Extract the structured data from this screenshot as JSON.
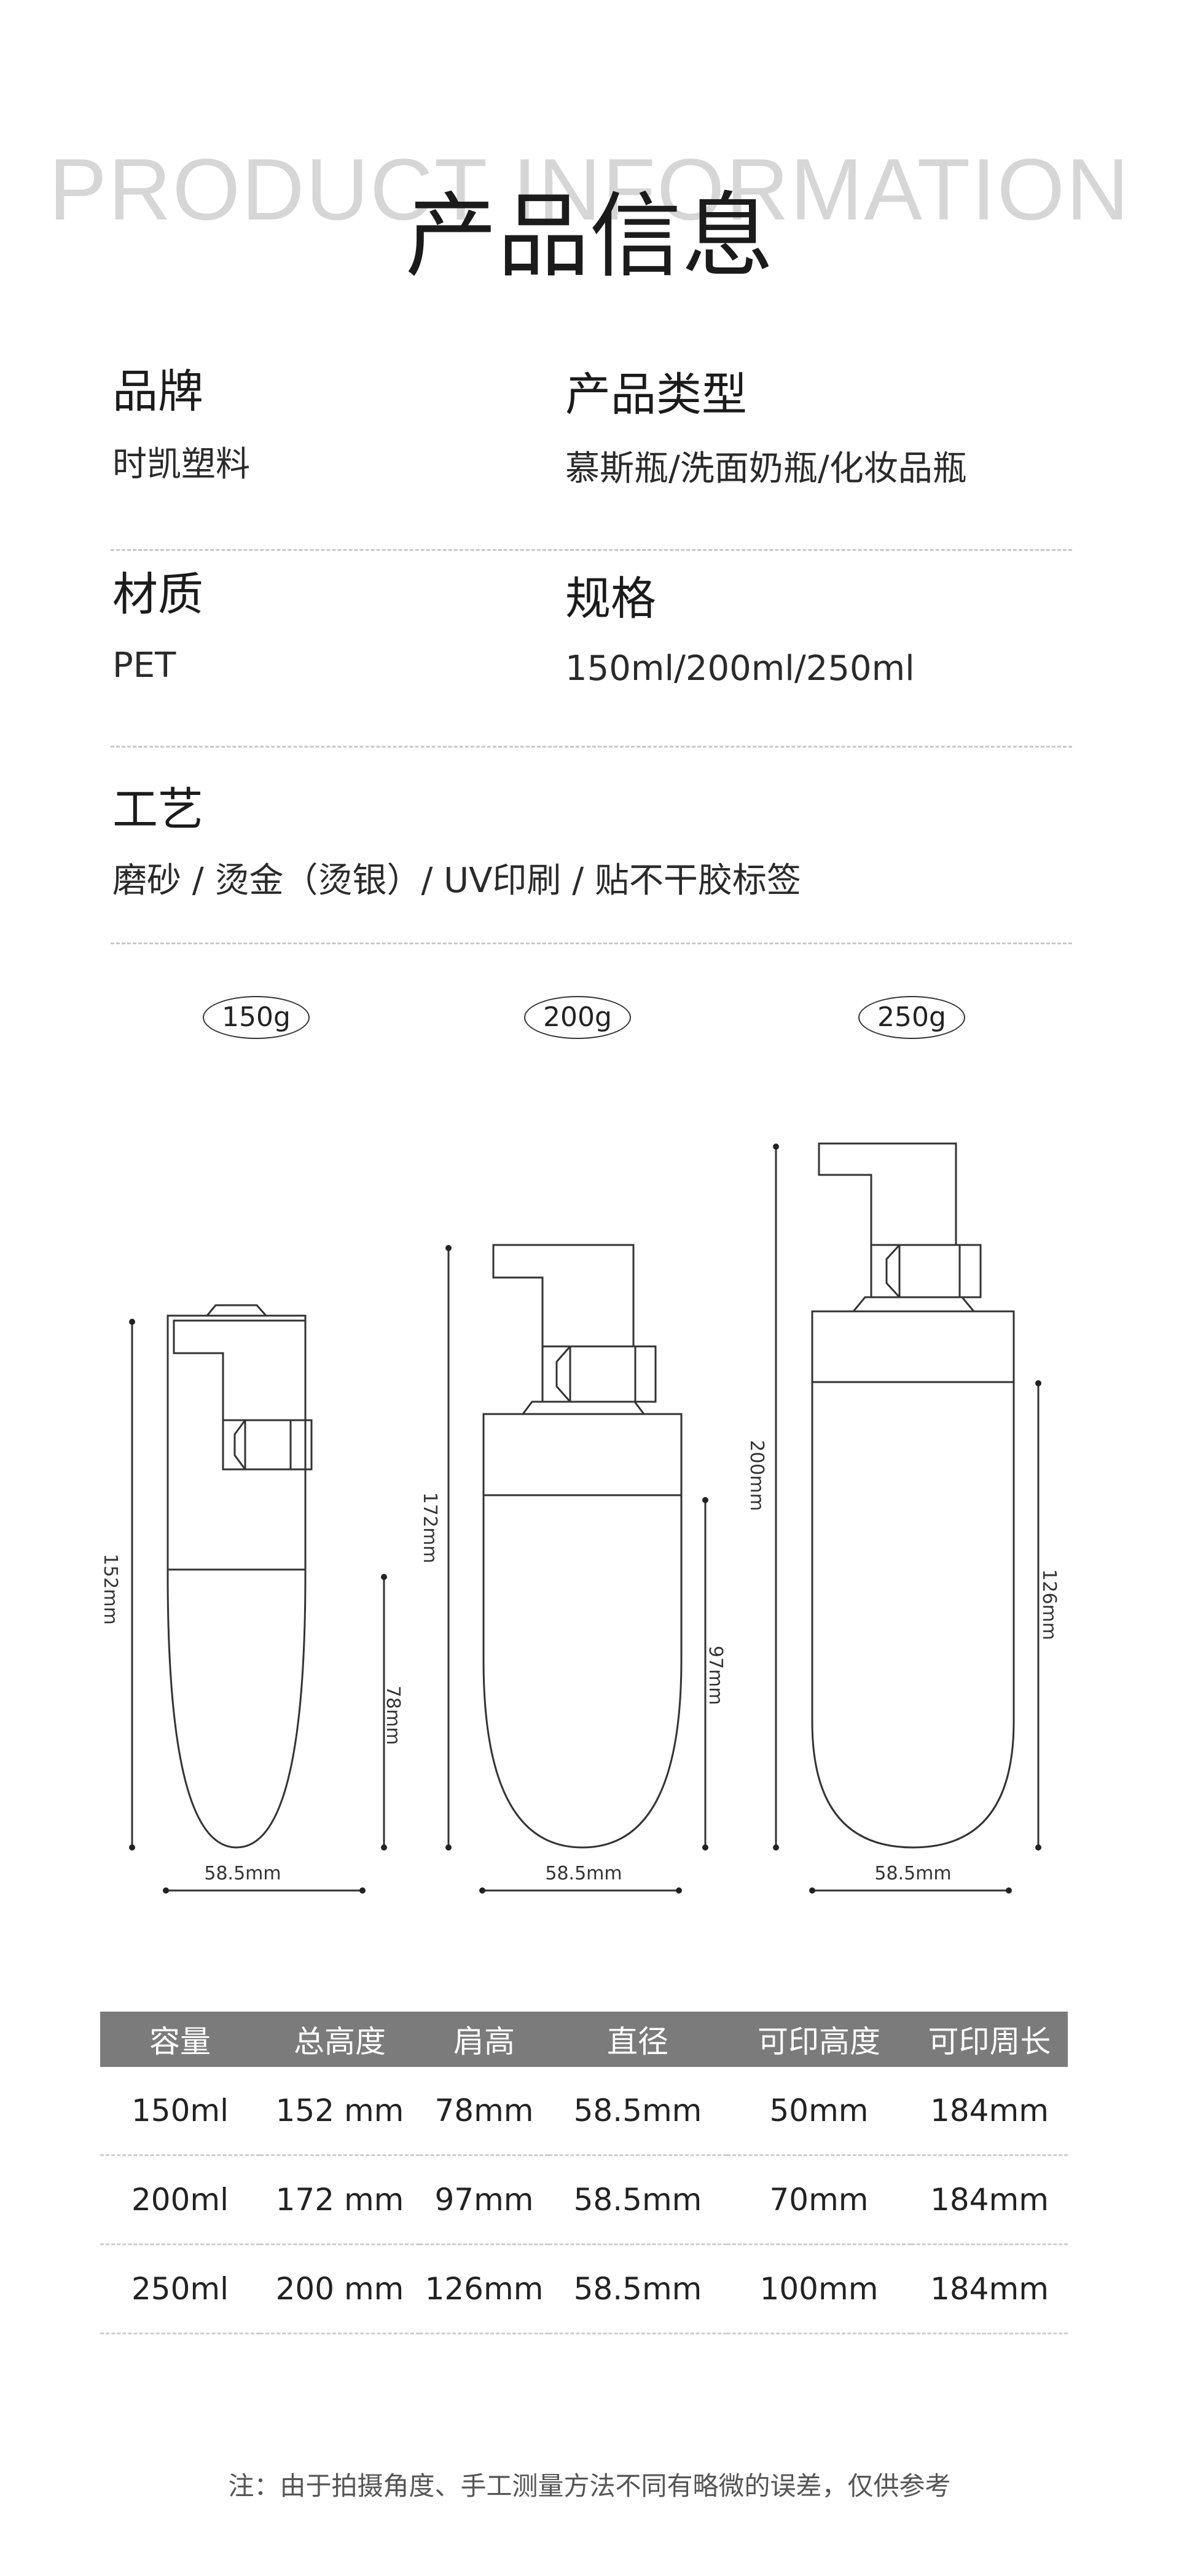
{
  "header": {
    "bg_title": "PRODUCT INFORMATION",
    "title": "产品信息"
  },
  "info": {
    "brand": {
      "label": "品牌",
      "value": "时凯塑料"
    },
    "type": {
      "label": "产品类型",
      "value": "慕斯瓶/洗面奶瓶/化妆品瓶"
    },
    "material": {
      "label": "材质",
      "value": "PET"
    },
    "spec": {
      "label": "规格",
      "value": "150ml/200ml/250ml"
    },
    "craft": {
      "label": "工艺",
      "value": "磨砂 / 烫金（烫银）/ UV印刷 / 贴不干胶标签"
    }
  },
  "bottles": [
    {
      "weight": "150g",
      "total_height": "152mm",
      "shoulder_height": "78mm",
      "diameter": "58.5mm"
    },
    {
      "weight": "200g",
      "total_height": "172mm",
      "shoulder_height": "97mm",
      "diameter": "58.5mm"
    },
    {
      "weight": "250g",
      "total_height": "200mm",
      "shoulder_height": "126mm",
      "diameter": "58.5mm"
    }
  ],
  "table": {
    "headers": [
      "容量",
      "总高度",
      "肩高",
      "直径",
      "可印高度",
      "可印周长"
    ],
    "rows": [
      [
        "150ml",
        "152 mm",
        "78mm",
        "58.5mm",
        "50mm",
        "184mm"
      ],
      [
        "200ml",
        "172 mm",
        "97mm",
        "58.5mm",
        "70mm",
        "184mm"
      ],
      [
        "250ml",
        "200 mm",
        "126mm",
        "58.5mm",
        "100mm",
        "184mm"
      ]
    ]
  },
  "note": "注：由于拍摄角度、手工测量方法不同有略微的误差，仅供参考",
  "colors": {
    "table_header_bg": "#7b7b7b",
    "outline": "#333333",
    "bg_title": "#d6d6d6"
  }
}
